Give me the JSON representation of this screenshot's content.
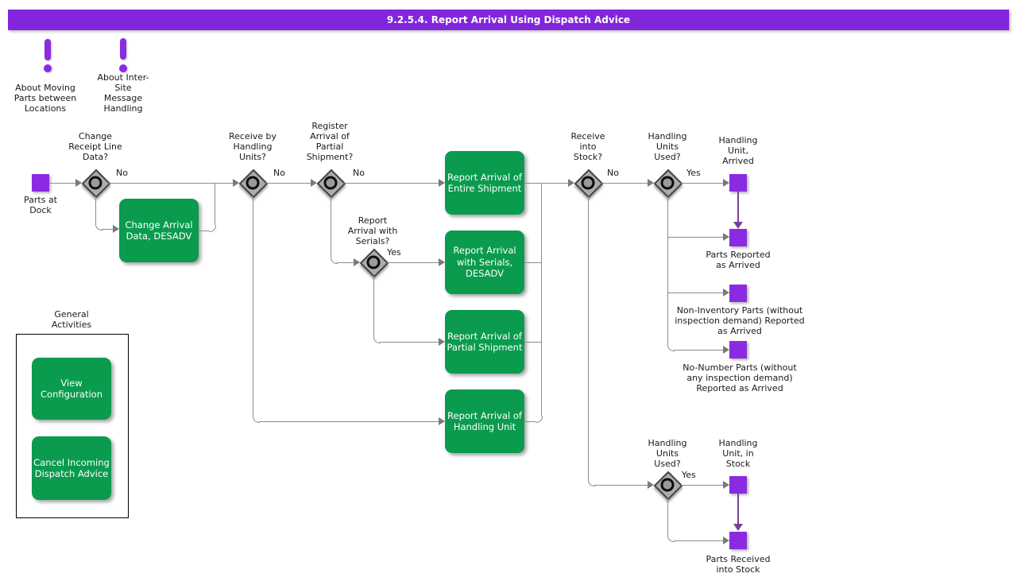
{
  "title": "9.2.5.4. Report Arrival Using Dispatch Advice",
  "notes": {
    "moving_parts": "About Moving\nParts between\nLocations",
    "inter_site": "About Inter-\nSite\nMessage\nHandling"
  },
  "flow": {
    "start": "Parts at\nDock",
    "decisions": {
      "change_receipt": "Change\nReceipt Line\nData?",
      "receive_by_hu": "Receive by\nHandling\nUnits?",
      "register_partial": "Register\nArrival of\nPartial\nShipment?",
      "report_serials": "Report\nArrival with\nSerials?",
      "receive_into_stock": "Receive\ninto\nStock?",
      "hu_used_top": "Handling\nUnits\nUsed?",
      "hu_used_bottom": "Handling\nUnits\nUsed?"
    },
    "branch_labels": {
      "no": "No",
      "yes": "Yes"
    },
    "activities": {
      "change_arrival": "Change Arrival\nData, DESADV",
      "entire_shipment": "Report Arrival of\nEntire Shipment",
      "with_serials": "Report Arrival\nwith Serials,\nDESADV",
      "partial_shipment": "Report Arrival of\nPartial Shipment",
      "handling_unit": "Report Arrival of\nHandling Unit"
    },
    "events": {
      "hu_arrived": "Handling\nUnit,\nArrived",
      "parts_reported": "Parts Reported\nas Arrived",
      "non_inventory": "Non-Inventory Parts (without\ninspection demand) Reported\nas Arrived",
      "no_number": "No-Number Parts (without\nany inspection demand)\nReported as Arrived",
      "hu_in_stock": "Handling\nUnit, in\nStock",
      "parts_received": "Parts Received\ninto Stock"
    }
  },
  "general_activities": {
    "title": "General\nActivities",
    "view_configuration": "View\nConfiguration",
    "cancel_incoming": "Cancel Incoming\nDispatch Advice"
  },
  "colors": {
    "title_bar": "#8226DC",
    "event_purple": "#8A2BE2",
    "activity_green": "#0A9B4E",
    "line_gray": "#8C8C8C",
    "purple_arrow": "#7B3F98"
  }
}
